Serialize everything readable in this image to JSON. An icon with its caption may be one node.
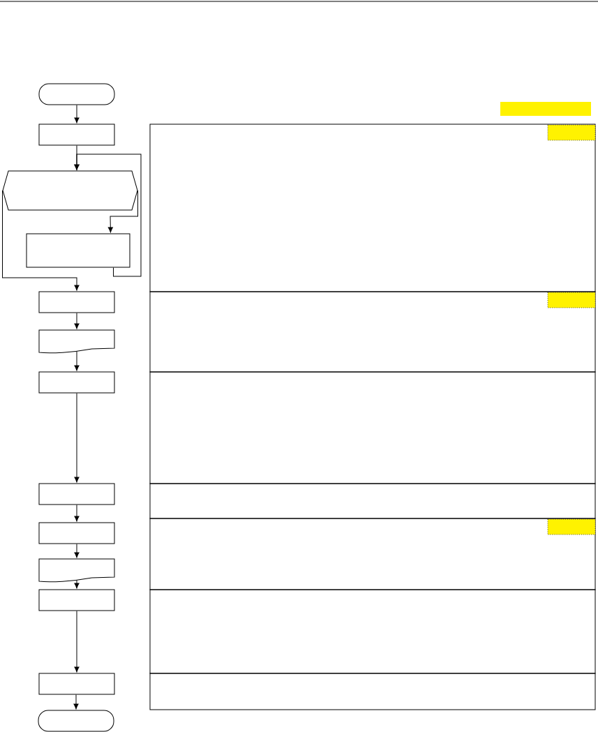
{
  "diagram": {
    "nodes": [
      {
        "text": [],
        "shape": "terminal"
      },
      {
        "text": [],
        "shape": "box"
      },
      {
        "text": [],
        "shape": "hexagon"
      },
      {
        "text": [],
        "shape": "box"
      },
      {
        "text": [],
        "shape": "box"
      },
      {
        "text": [],
        "shape": "document"
      },
      {
        "text": [],
        "shape": "box"
      },
      {
        "text": [],
        "shape": "box"
      },
      {
        "text": [],
        "shape": "box"
      },
      {
        "text": [],
        "shape": "document"
      },
      {
        "text": [],
        "shape": "box"
      },
      {
        "text": [],
        "shape": "box"
      },
      {
        "text": [],
        "shape": "terminal"
      }
    ],
    "edges": [
      {
        "from": 0,
        "to": 1,
        "arrow": "to"
      },
      {
        "from": 1,
        "to": 2,
        "arrow": "to"
      },
      {
        "from": 2,
        "to": 3,
        "arrow": "to"
      },
      {
        "from": 3,
        "to": 2,
        "arrow": "to"
      },
      {
        "from": 2,
        "to": 4,
        "arrow": "to"
      },
      {
        "from": 4,
        "to": 5,
        "arrow": "to"
      },
      {
        "from": 5,
        "to": 6,
        "arrow": "to"
      },
      {
        "from": 6,
        "to": 7,
        "arrow": "to"
      },
      {
        "from": 7,
        "to": 8,
        "arrow": "to"
      },
      {
        "from": 8,
        "to": 9,
        "arrow": "to"
      },
      {
        "from": 9,
        "to": 10,
        "arrow": "to"
      },
      {
        "from": 10,
        "to": 11,
        "arrow": "to"
      },
      {
        "from": 11,
        "to": 12,
        "arrow": "to"
      }
    ]
  }
}
